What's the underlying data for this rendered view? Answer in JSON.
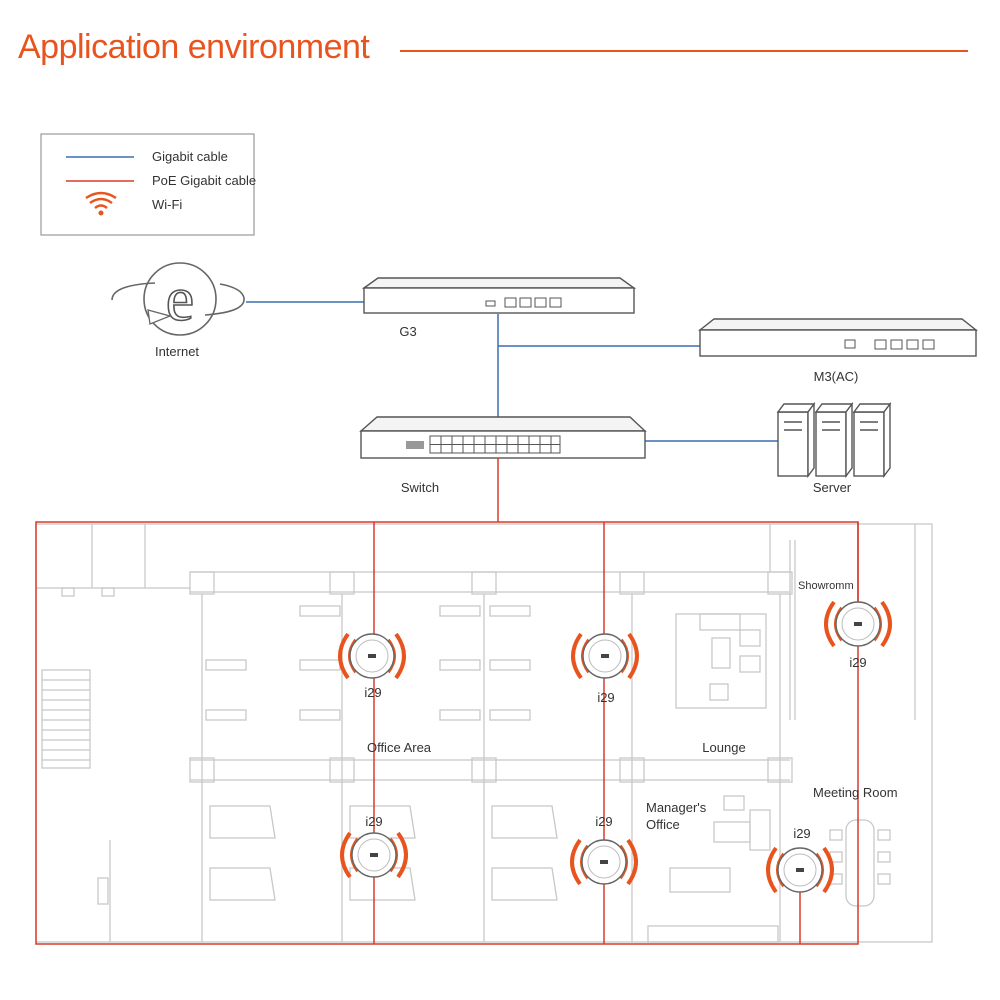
{
  "title": "Application environment",
  "legend": {
    "items": [
      {
        "label": "Gigabit cable",
        "color": "#3a6fb0"
      },
      {
        "label": "PoE Gigabit cable",
        "color": "#d63b2e"
      },
      {
        "label": "Wi-Fi",
        "color": "#e8541e",
        "icon": "wifi-icon"
      }
    ]
  },
  "devices": {
    "internet": "Internet",
    "g3": "G3",
    "m3": "M3(AC)",
    "switch": "Switch",
    "server": "Server"
  },
  "rooms": {
    "office_area": "Office Area",
    "lounge": "Lounge",
    "managers_office_1": "Manager's",
    "managers_office_2": "Office",
    "meeting_room": "Meeting Room",
    "showroom": "Showromm"
  },
  "access_points": [
    "i29",
    "i29",
    "i29",
    "i29",
    "i29",
    "i29"
  ],
  "colors": {
    "accent": "#e8541e",
    "gigabit": "#3a6fb0",
    "poe": "#d63b2e"
  }
}
